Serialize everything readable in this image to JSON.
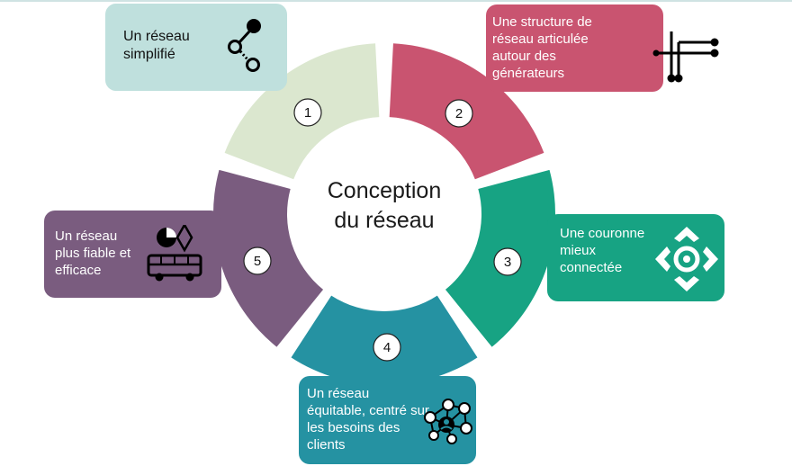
{
  "center": {
    "title_line1": "Conception",
    "title_line2": "du réseau"
  },
  "segments": [
    {
      "number": "1",
      "color": "#dbe7cf"
    },
    {
      "number": "2",
      "color": "#c95470"
    },
    {
      "number": "3",
      "color": "#17a383"
    },
    {
      "number": "4",
      "color": "#2592a2"
    },
    {
      "number": "5",
      "color": "#7a5c7f"
    }
  ],
  "callouts": [
    {
      "lines": [
        "Un réseau",
        "simplifié"
      ],
      "color": "#bfe0dd",
      "icon": "branch-node-icon"
    },
    {
      "lines": [
        "Une structure de",
        "réseau articulée",
        "autour des",
        "générateurs"
      ],
      "color": "#c95470",
      "icon": "power-grid-icon"
    },
    {
      "lines": [
        "Une couronne",
        "mieux",
        "connectée"
      ],
      "color": "#17a383",
      "icon": "ring-arrows-icon"
    },
    {
      "lines": [
        "Un réseau",
        "équitable, centré sur",
        "les besoins des",
        "clients"
      ],
      "color": "#2592a2",
      "icon": "people-network-icon"
    },
    {
      "lines": [
        "Un réseau",
        "plus fiable et",
        "efficace"
      ],
      "color": "#7a5c7f",
      "icon": "reliability-vehicle-icon"
    }
  ]
}
